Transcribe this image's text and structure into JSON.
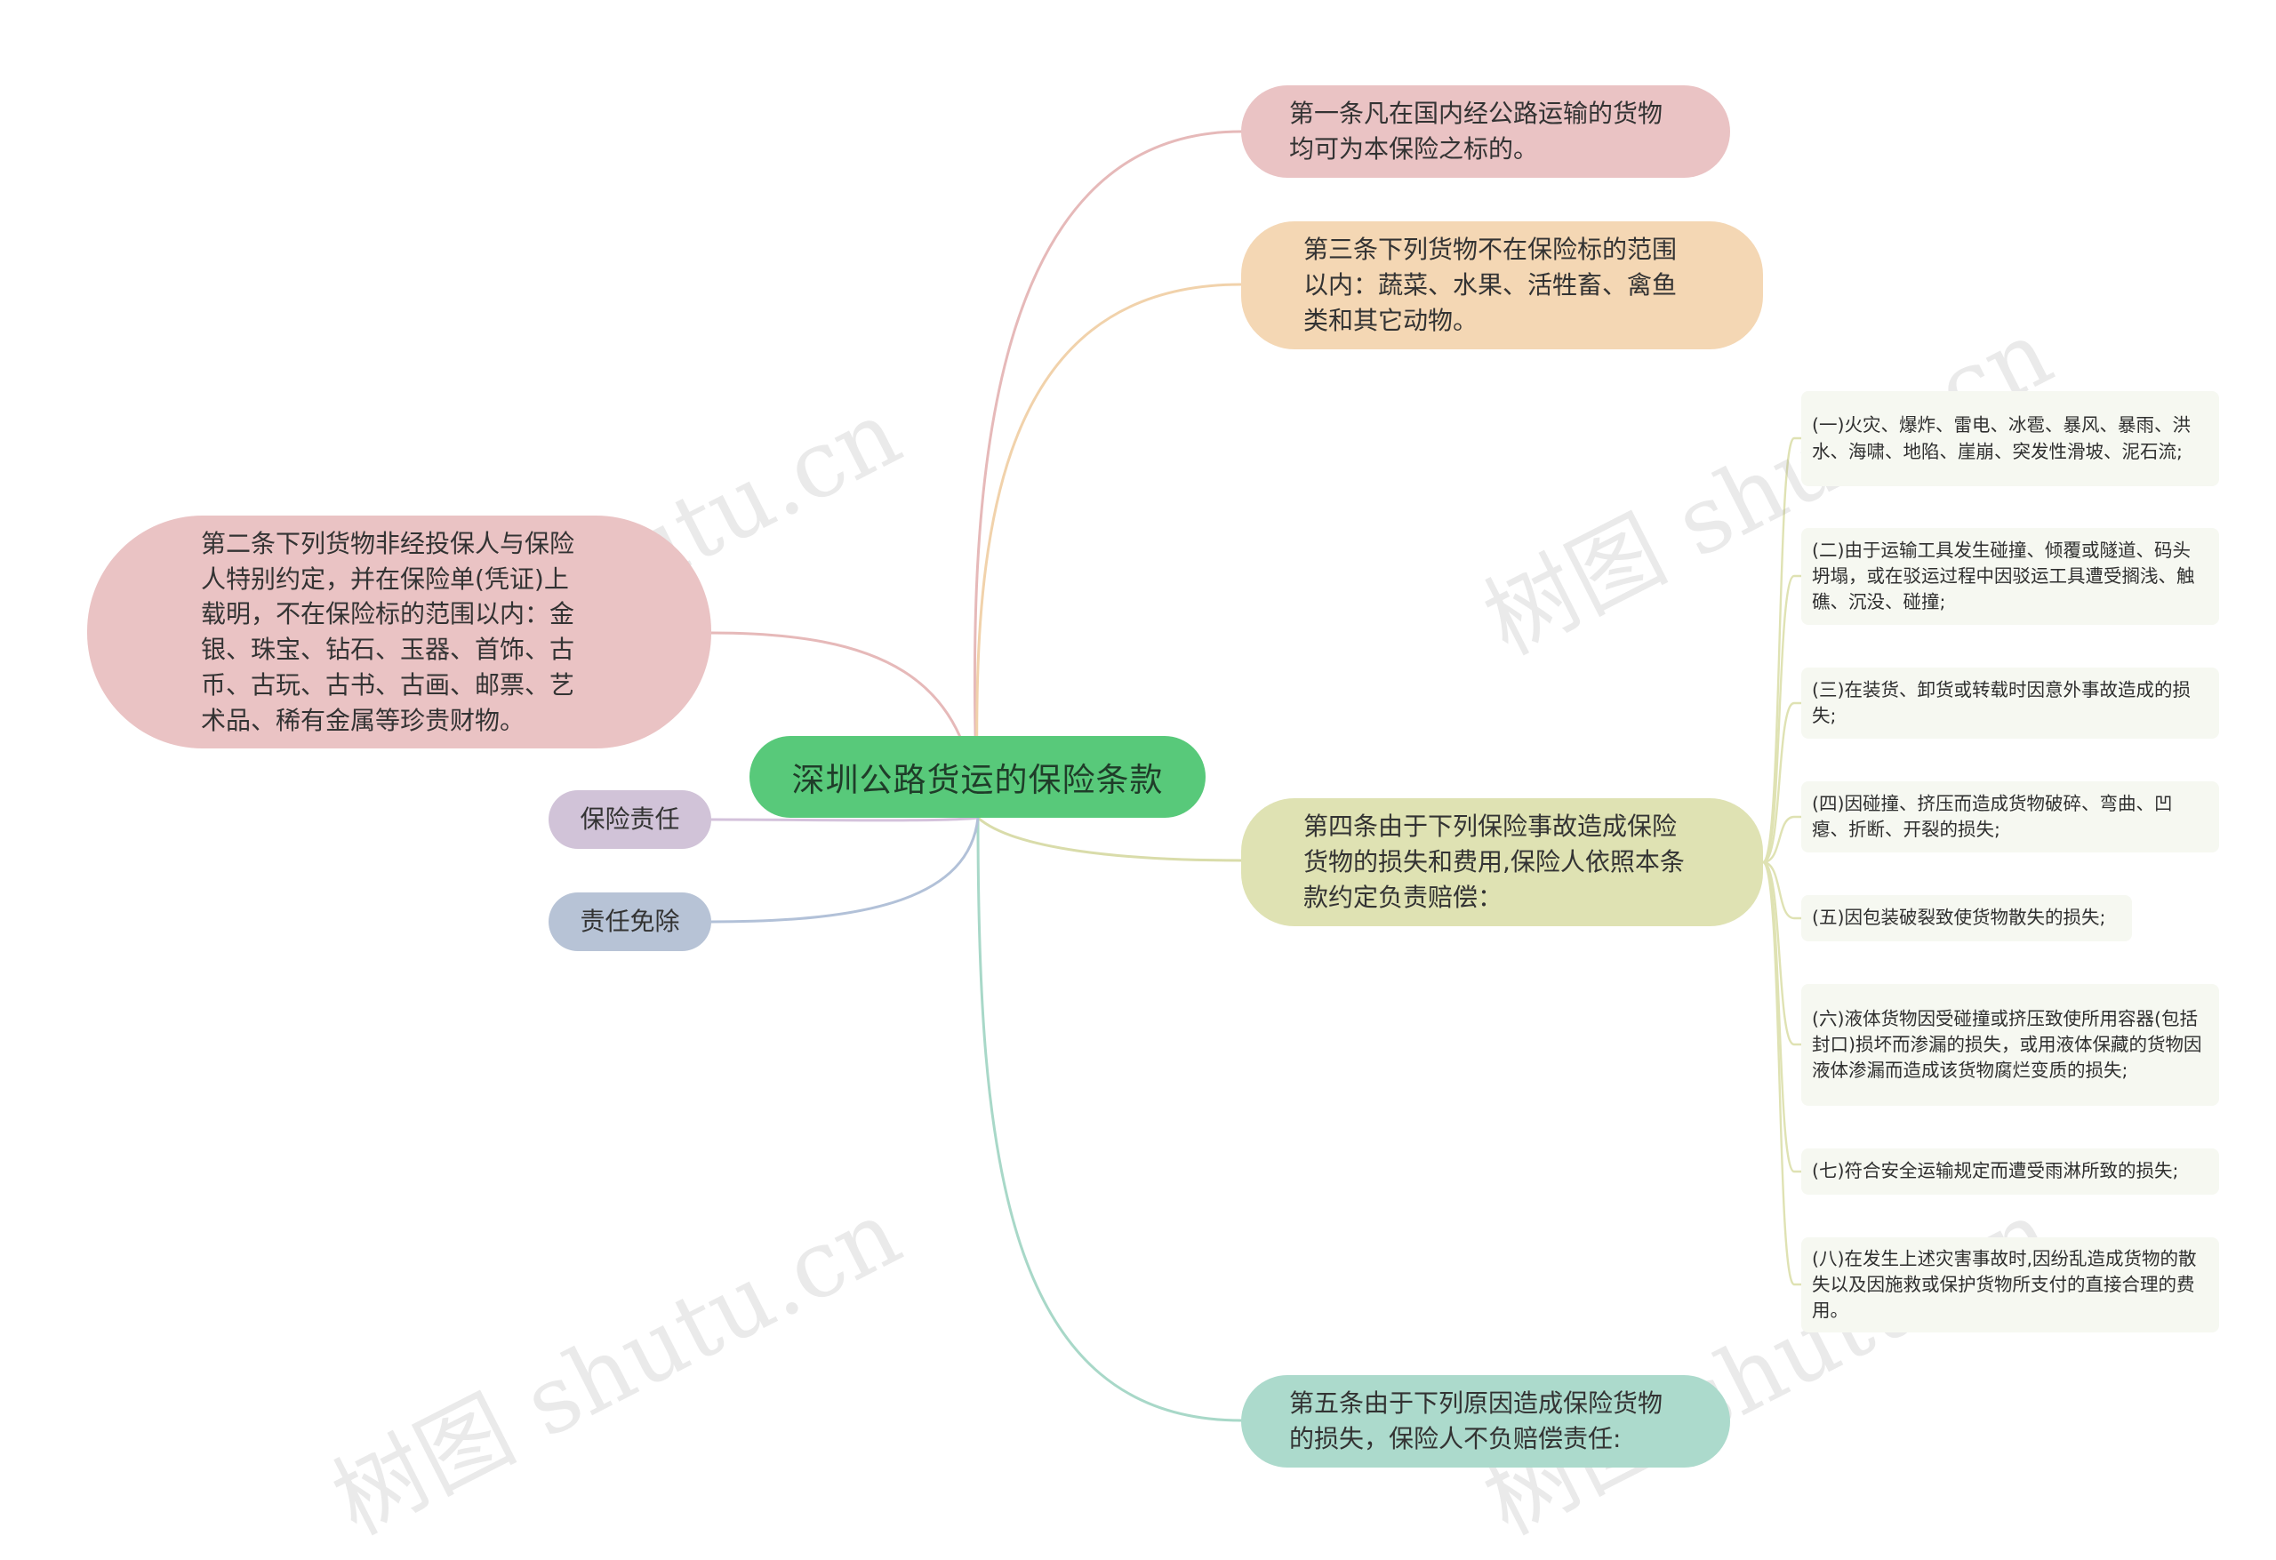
{
  "root": {
    "label": "深圳公路货运的保险条款",
    "color": "#58c97a"
  },
  "left_nodes": [
    {
      "id": "article2",
      "label": "第二条下列货物非经投保人与保险人特别约定，并在保险单(凭证)上载明，不在保险标的范围以内：金银、珠宝、钻石、玉器、首饰、古币、古玩、古书、古画、邮票、艺术品、稀有金属等珍贵财物。",
      "color": "#eac3c4"
    },
    {
      "id": "liability",
      "label": "保险责任",
      "color": "#d1c3d8"
    },
    {
      "id": "exemption",
      "label": "责任免除",
      "color": "#b7c3d6"
    }
  ],
  "right_nodes": [
    {
      "id": "article1",
      "label": "第一条凡在国内经公路运输的货物均可为本保险之标的。",
      "color": "#eac3c4"
    },
    {
      "id": "article3",
      "label": "第三条下列货物不在保险标的范围以内：蔬菜、水果、活牲畜、禽鱼类和其它动物。",
      "color": "#f4d7b4"
    },
    {
      "id": "article4",
      "label": "第四条由于下列保险事故造成保险货物的损失和费用,保险人依照本条款约定负责赔偿：",
      "color": "#dfe2b3"
    },
    {
      "id": "article5",
      "label": "第五条由于下列原因造成保险货物的损失，保险人不负赔偿责任:",
      "color": "#acdacc"
    }
  ],
  "article4_items": [
    "(一)火灾、爆炸、雷电、冰雹、暴风、暴雨、洪水、海啸、地陷、崖崩、突发性滑坡、泥石流;",
    "(二)由于运输工具发生碰撞、倾覆或隧道、码头坍塌，或在驳运过程中因驳运工具遭受搁浅、触礁、沉没、碰撞;",
    "(三)在装货、卸货或转载时因意外事故造成的损失;",
    "(四)因碰撞、挤压而造成货物破碎、弯曲、凹瘪、折断、开裂的损失;",
    "(五)因包装破裂致使货物散失的损失;",
    "(六)液体货物因受碰撞或挤压致使所用容器(包括封口)损坏而渗漏的损失，或用液体保藏的货物因液体渗漏而造成该货物腐烂变质的损失;",
    "(七)符合安全运输规定而遭受雨淋所致的损失;",
    "(八)在发生上述灾害事故时,因纷乱造成货物的散失以及因施救或保护货物所支付的直接合理的费用。"
  ],
  "watermark": "树图 shutu.cn",
  "link_colors": {
    "article1": "#e6b9b9",
    "article3": "#f1d2ab",
    "article4": "#d9dcaa",
    "article5": "#a8d8c8",
    "article2": "#e6b9b9",
    "liability": "#d4c2db",
    "exemption": "#b2c1d8",
    "items": "#dfe2b3"
  }
}
